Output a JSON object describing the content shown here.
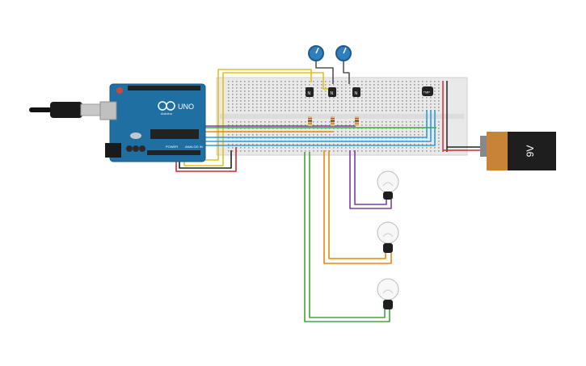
{
  "arduino": {
    "model_label": "UNO",
    "brand_label": "Arduino",
    "power_label": "POWER",
    "analog_label": "ANALOG IN",
    "board_color": "#1f6fa3"
  },
  "transistors": [
    {
      "label": "N"
    },
    {
      "label": "N"
    },
    {
      "label": "N"
    }
  ],
  "sensor": {
    "label": "TMP"
  },
  "battery": {
    "label": "9V",
    "body_color": "#1e1e1e",
    "cap_color": "#c98337"
  },
  "bulbs": [
    {
      "name": "bulb-1"
    },
    {
      "name": "bulb-2"
    },
    {
      "name": "bulb-3"
    }
  ],
  "wire_colors": {
    "yellow": "#e0c21a",
    "green": "#3aaa35",
    "orange": "#e8890c",
    "purple": "#7b3fa0",
    "blue": "#2aa0d8",
    "red": "#d12a2a",
    "black": "#222222"
  }
}
